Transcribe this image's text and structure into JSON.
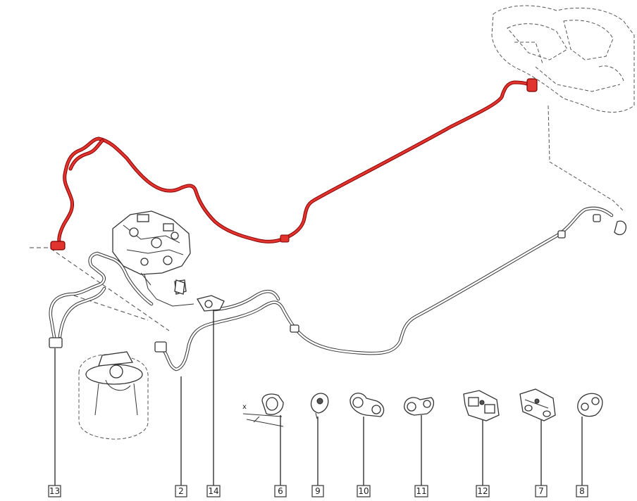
{
  "callouts": [
    {
      "label": "13"
    },
    {
      "label": "2"
    },
    {
      "label": "14"
    },
    {
      "label": "6"
    },
    {
      "label": "9"
    },
    {
      "label": "10"
    },
    {
      "label": "11"
    },
    {
      "label": "12"
    },
    {
      "label": "7"
    },
    {
      "label": "8"
    }
  ],
  "annotations": {
    "clip_dimension": "x"
  },
  "colors": {
    "highlight_pipe": "#e2342f",
    "line": "#333333"
  }
}
